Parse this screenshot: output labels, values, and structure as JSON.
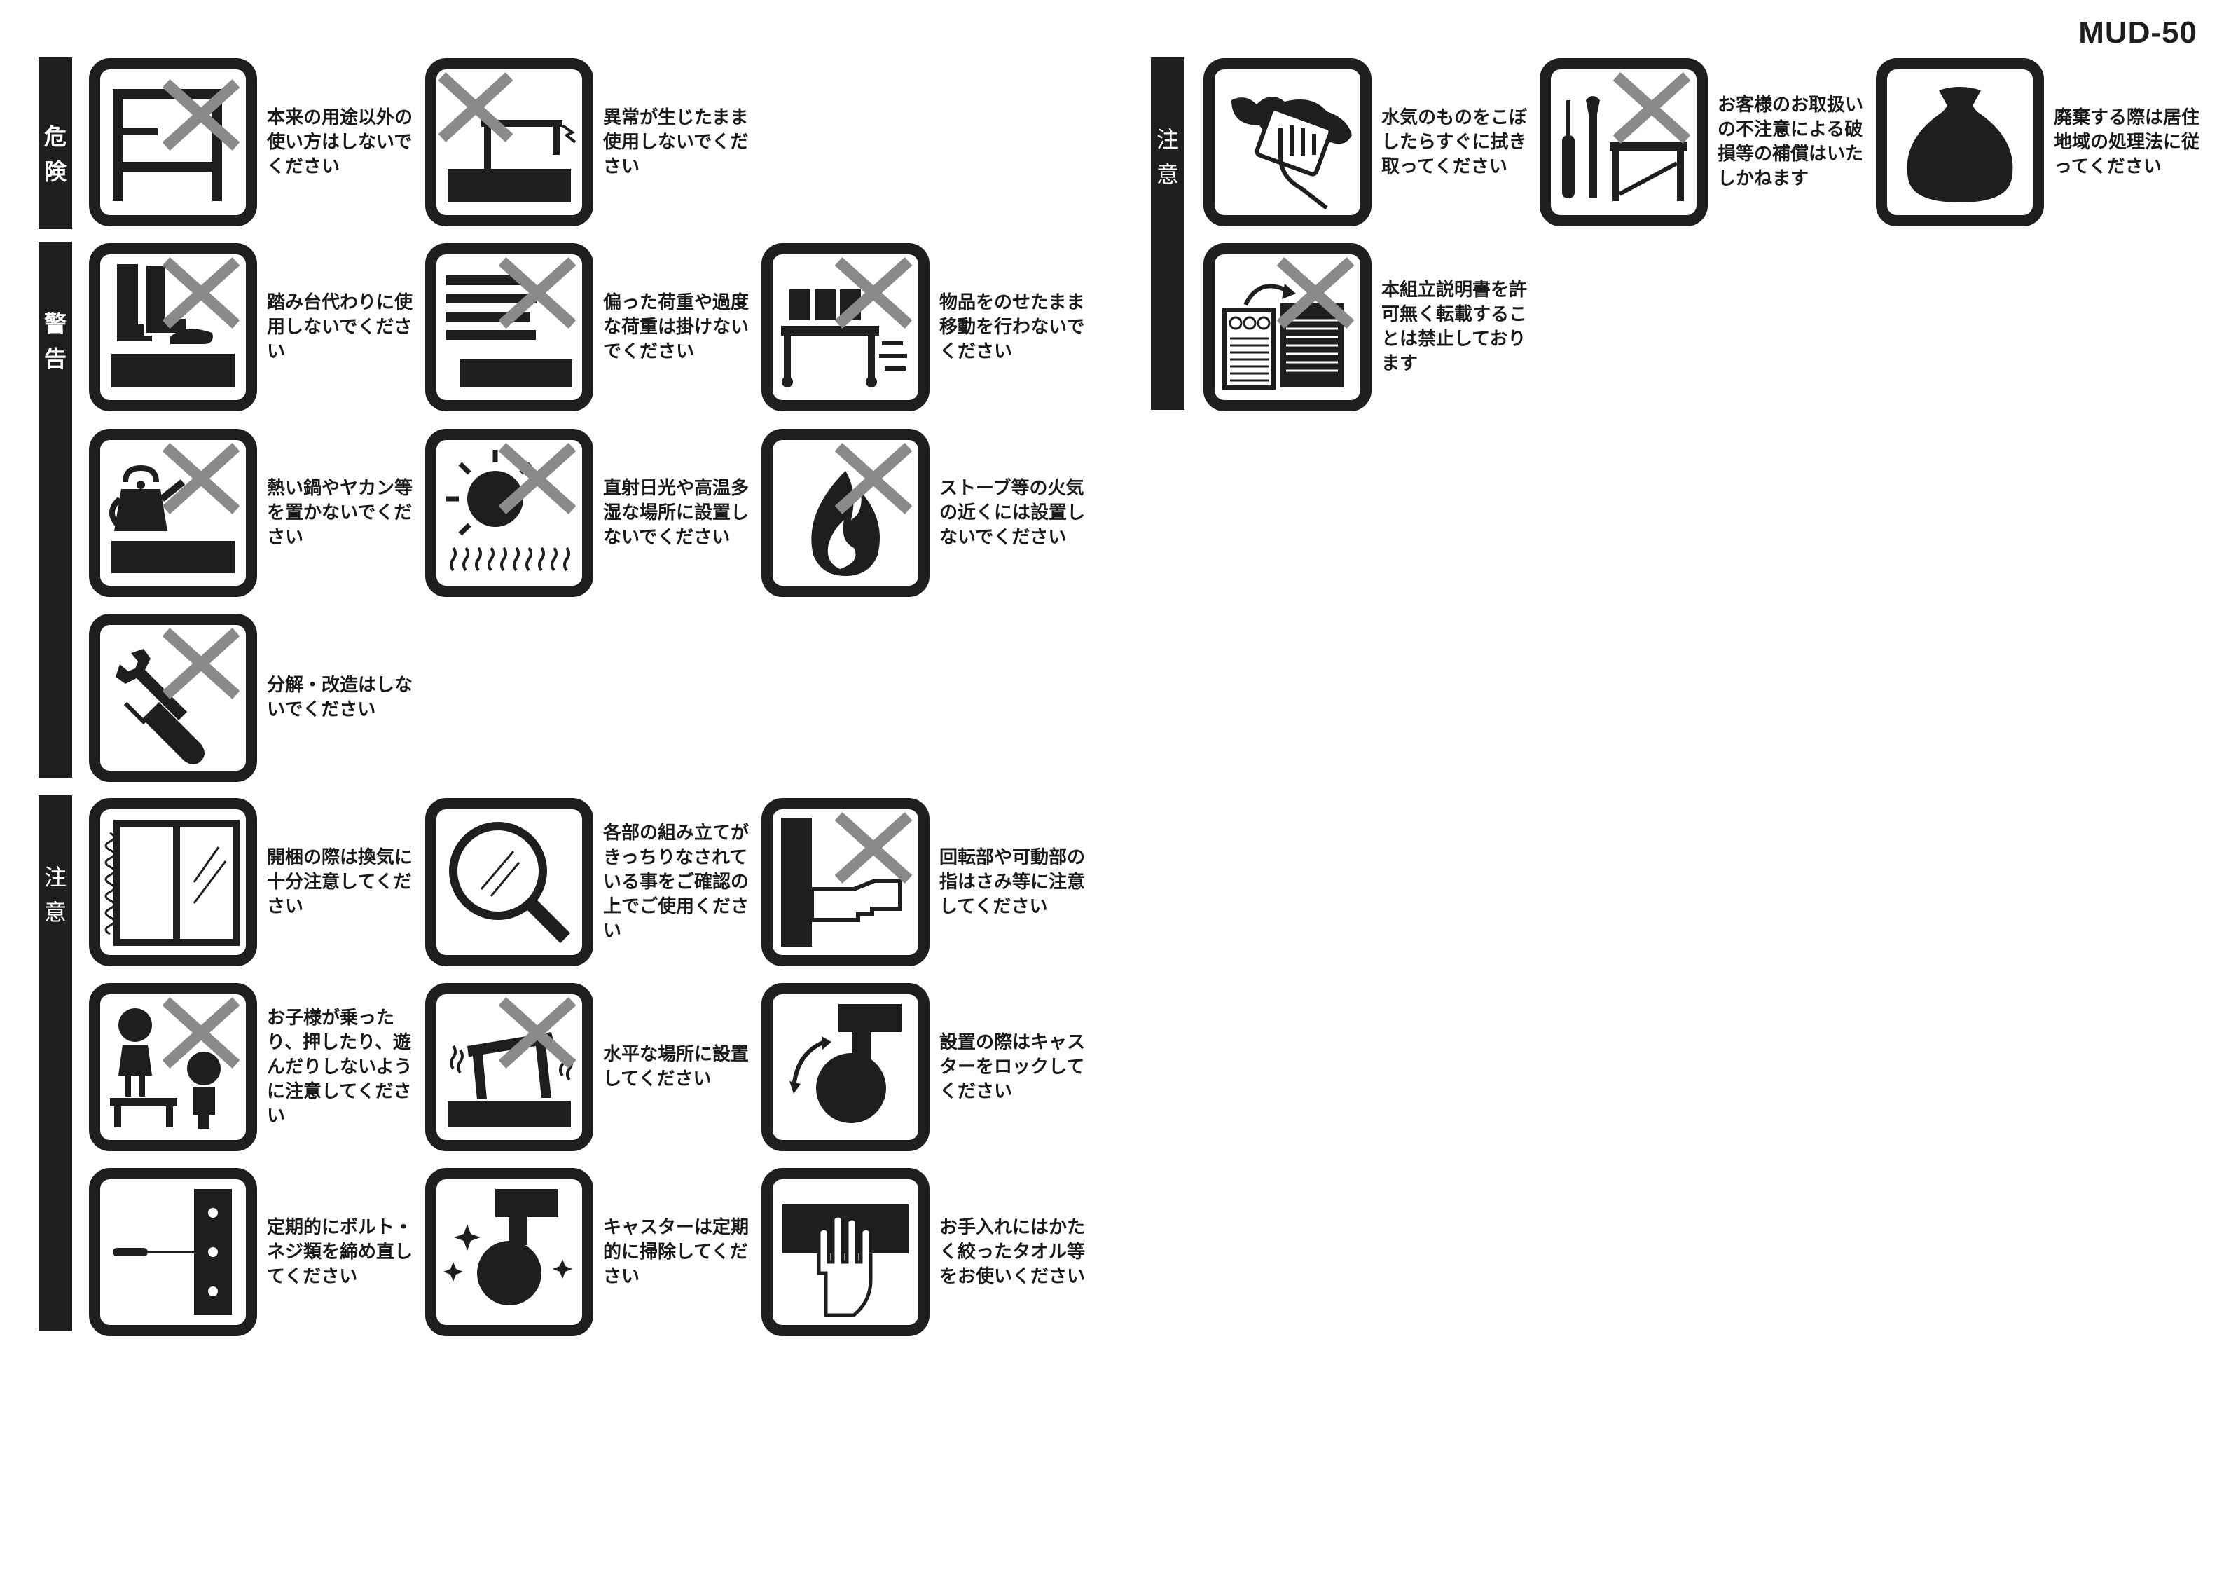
{
  "model": "MUD-50",
  "categories": {
    "danger": "危険",
    "warning": "警告",
    "caution": "注意",
    "caution_right": "注意"
  },
  "items": {
    "i1": "本来の用途以外の使い方はしないでください",
    "i2": "異常が生じたまま使用しないでください",
    "i3": "踏み台代わりに使用しないでください",
    "i4": "偏った荷重や過度な荷重は掛けないでください",
    "i5": "物品をのせたまま移動を行わないでください",
    "i6": "熱い鍋やヤカン等を置かないでください",
    "i7": "直射日光や高温多湿な場所に設置しないでください",
    "i8": "ストーブ等の火気の近くには設置しないでください",
    "i9": "分解・改造はしないでください",
    "i10": "開梱の際は換気に十分注意してください",
    "i11": "各部の組み立てがきっちりなされている事をご確認の上でご使用ください",
    "i12": "回転部や可動部の指はさみ等に注意してください",
    "i13": "お子様が乗ったり、押したり、遊んだりしないように注意してください",
    "i14": "水平な場所に設置してください",
    "i15": "設置の際はキャスターをロックしてください",
    "i16": "定期的にボルト・ネジ類を締め直してください",
    "i17": "キャスターは定期的に掃除してください",
    "i18": "お手入れにはかたく絞ったタオル等をお使いください",
    "r1": "水気のものをこぼしたらすぐに拭き取ってください",
    "r2": "お客様のお取扱いの不注意による破損等の補償はいたしかねます",
    "r3": "廃棄する際は居住地域の処理法に従ってください",
    "r4": "本組立説明書を許可無く転載することは禁止しております"
  },
  "colors": {
    "ink": "#1e1e1e",
    "cross": "#8a8a8a"
  }
}
